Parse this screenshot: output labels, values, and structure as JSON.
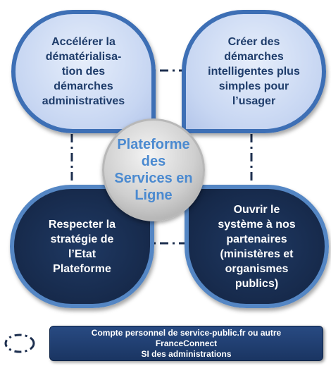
{
  "center": {
    "label": "Plateforme\ndes\nServices en\nLigne"
  },
  "petals": {
    "top_left": "Accélérer la\ndématérialisa-\ntion des\ndémarches\nadministratives",
    "top_right": "Créer des\ndémarches\nintelligentes plus\nsimples pour\nl’usager",
    "bottom_left": "Respecter la\nstratégie de\nl’Etat Plateforme",
    "bottom_right": "Ouvrir le\nsystème à nos\npartenaires\n(ministères et\norganismes\npublics)"
  },
  "legend": {
    "text": "Compte personnel  de service-public.fr  ou autre\nFranceConnect\nSI des administrations"
  },
  "colors": {
    "accent_blue": "#3d6fb5",
    "dark_navy": "#16294a",
    "light_blue": "#c7d6f2",
    "center_text": "#4b8ad0"
  }
}
